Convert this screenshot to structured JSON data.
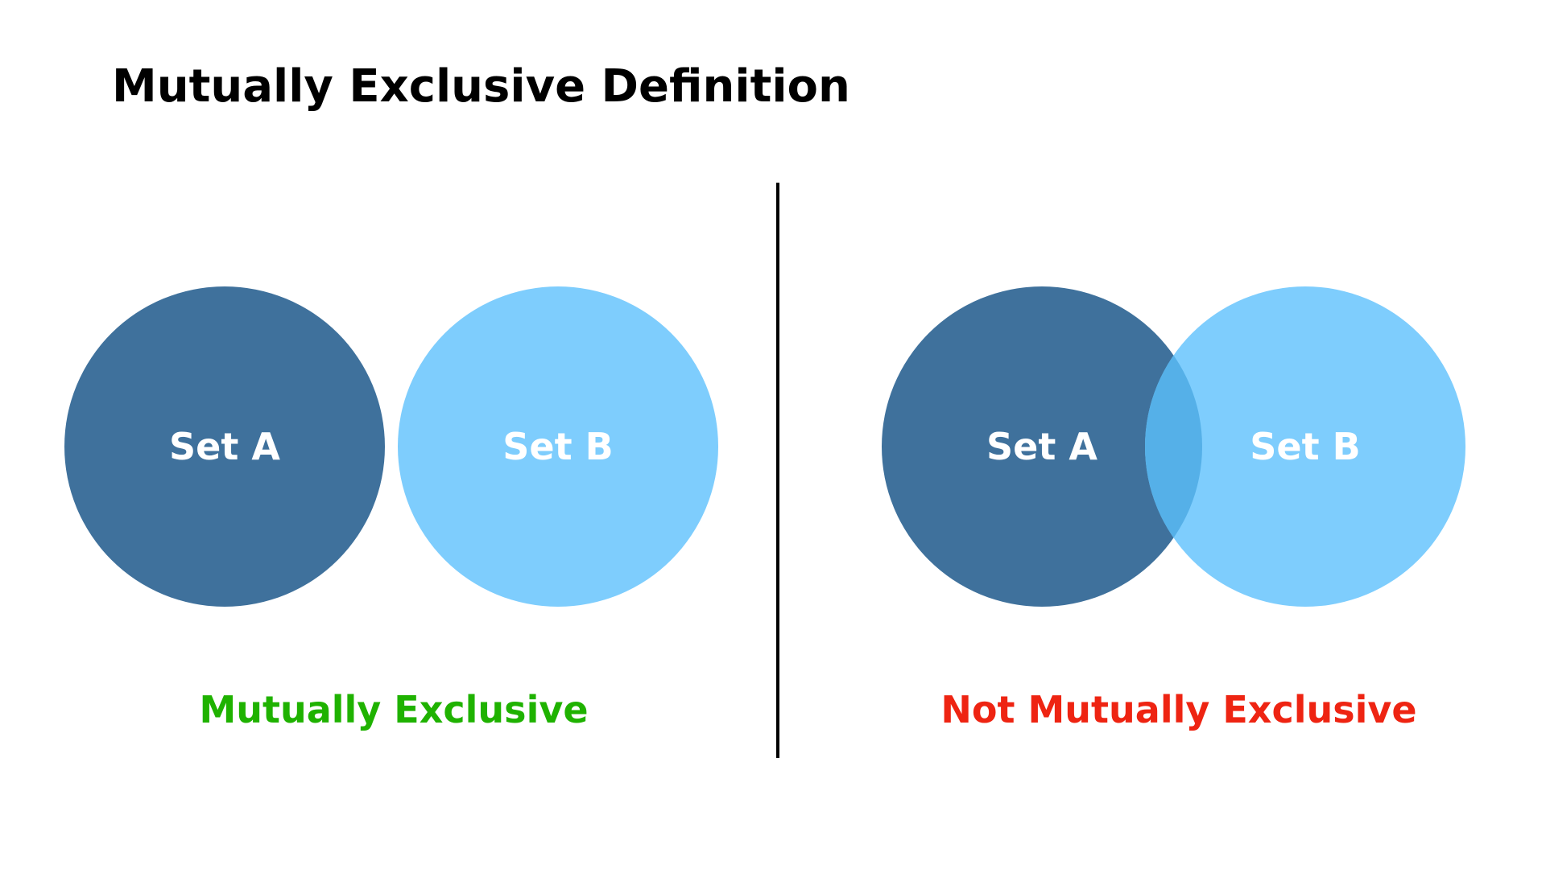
{
  "title": "Mutually Exclusive Definition",
  "panels": [
    {
      "sets": [
        {
          "label": "Set A",
          "color": "#3f719c"
        },
        {
          "label": "Set B",
          "color": "#7ecdfd"
        }
      ],
      "caption": "Mutually Exclusive",
      "caption_color": "#1fb200",
      "overlapping": false
    },
    {
      "sets": [
        {
          "label": "Set A",
          "color": "#3f719c"
        },
        {
          "label": "Set B",
          "color": "#7ecdfd"
        }
      ],
      "overlap_color": "#55b0e8",
      "caption": "Not Mutually Exclusive",
      "caption_color": "#ee2412",
      "overlapping": true
    }
  ],
  "divider_color": "#000000"
}
